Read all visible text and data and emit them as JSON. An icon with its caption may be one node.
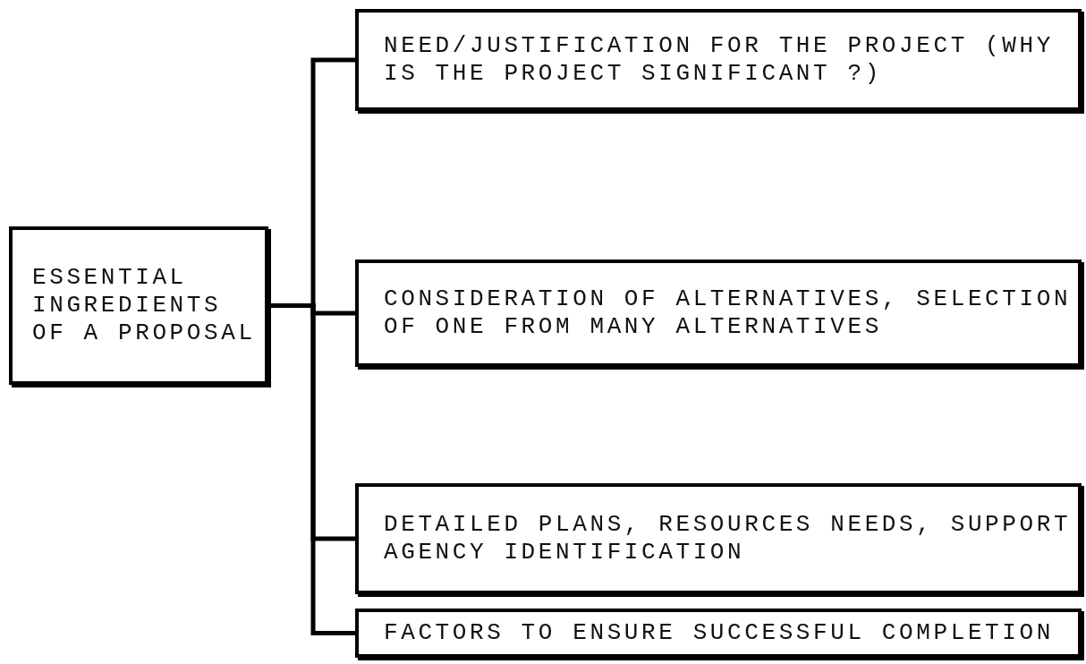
{
  "diagram": {
    "nodes": [
      {
        "text": [
          "ESSENTIAL INGREDIENTS OF A PROPOSAL"
        ]
      },
      {
        "text": [
          "NEED/JUSTIFICATION FOR THE PROJECT (WHY IS THE PROJECT SIGNIFICANT ?)"
        ]
      },
      {
        "text": [
          "CONSIDERATION OF ALTERNATIVES, SELECTION OF ONE FROM MANY ALTERNATIVES"
        ]
      },
      {
        "text": [
          "DETAILED PLANS, RESOURCES NEEDS, SUPPORT AGENCY IDENTIFICATION"
        ]
      },
      {
        "text": [
          "FACTORS TO ENSURE SUCCESSFUL COMPLETION"
        ]
      }
    ],
    "edges": [
      {
        "from": 0,
        "to": 1,
        "arrow": "none"
      },
      {
        "from": 0,
        "to": 2,
        "arrow": "none"
      },
      {
        "from": 0,
        "to": 3,
        "arrow": "none"
      },
      {
        "from": 0,
        "to": 4,
        "arrow": "none"
      }
    ]
  }
}
